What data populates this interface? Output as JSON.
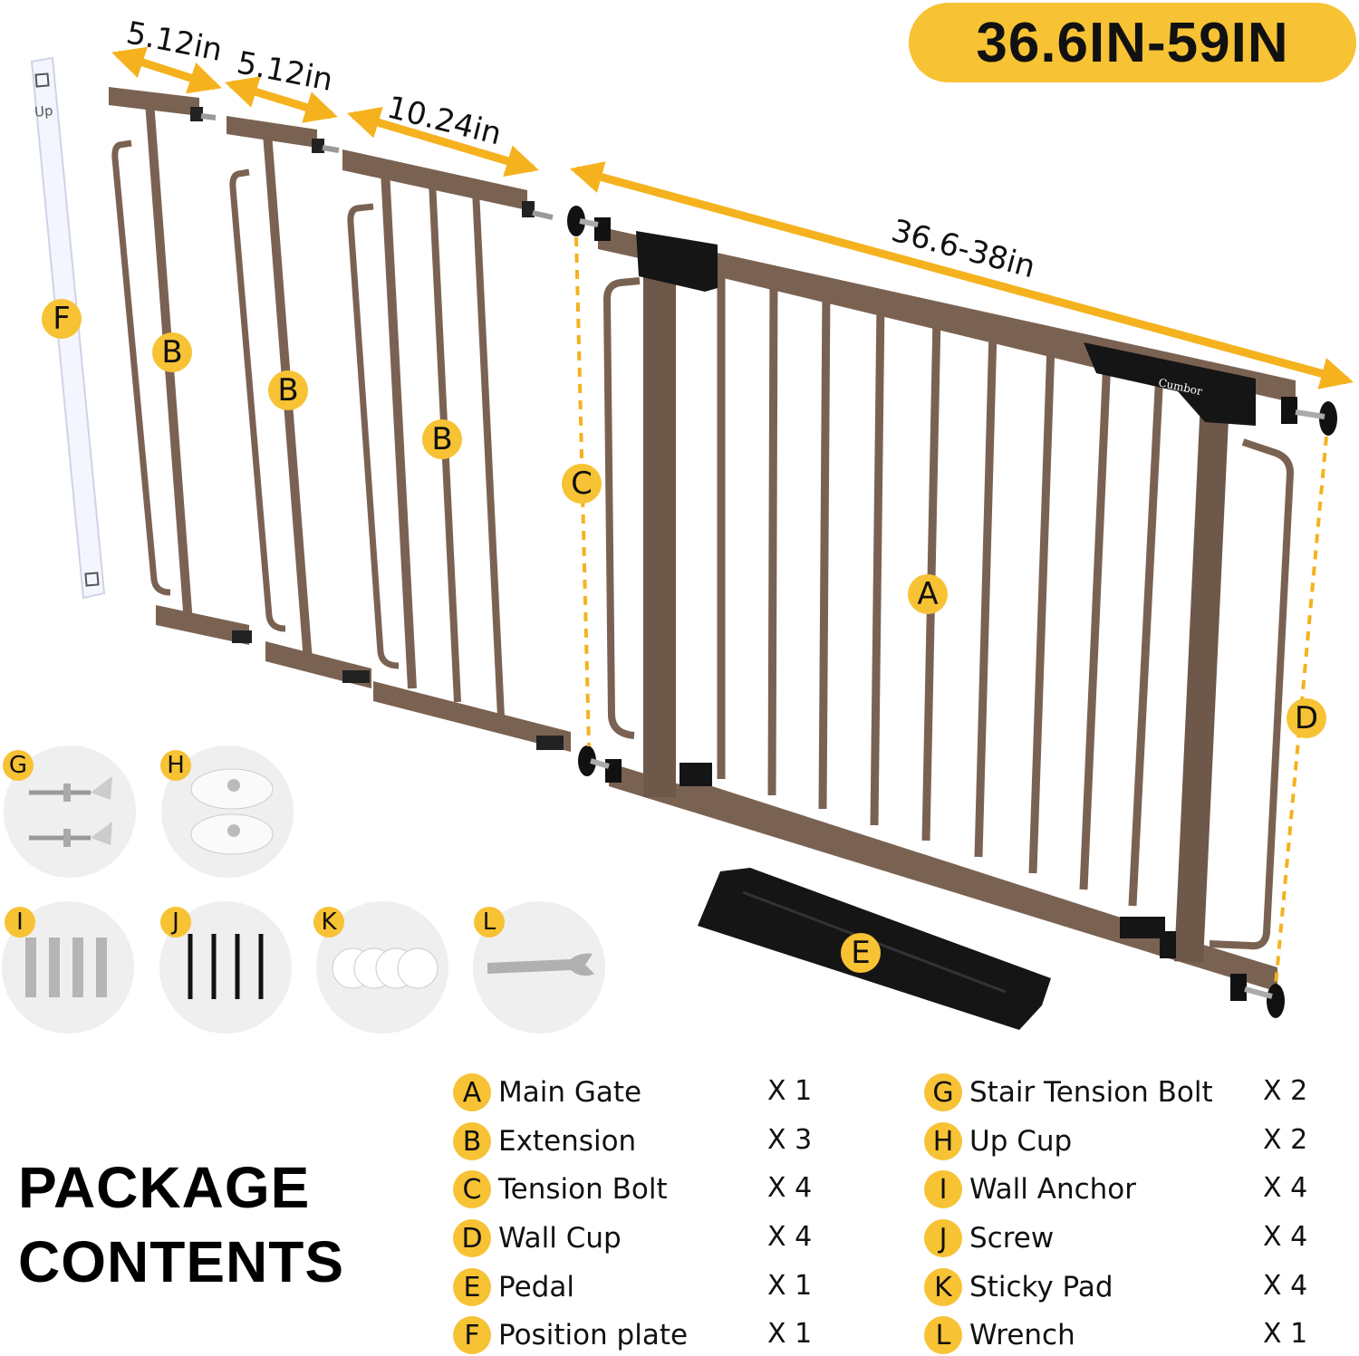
{
  "range_label": "36.6IN-59IN",
  "dimensions": {
    "extension_small_1": "5.12in",
    "extension_small_2": "5.12in",
    "extension_large": "10.24in",
    "main_gate": "36.6-38in"
  },
  "position_plate_text": "Up",
  "brand_logo": "Cumbor",
  "diagram_labels": {
    "A": "A",
    "B": "B",
    "C": "C",
    "D": "D",
    "E": "E",
    "F": "F",
    "G": "G",
    "H": "H",
    "I": "I",
    "J": "J",
    "K": "K",
    "L": "L"
  },
  "package_title": [
    "PACKAGE",
    "CONTENTS"
  ],
  "contents_left": [
    {
      "letter": "A",
      "name": "Main Gate",
      "qty": "X 1"
    },
    {
      "letter": "B",
      "name": "Extension",
      "qty": "X 3"
    },
    {
      "letter": "C",
      "name": "Tension Bolt",
      "qty": "X 4"
    },
    {
      "letter": "D",
      "name": "Wall Cup",
      "qty": "X 4"
    },
    {
      "letter": "E",
      "name": "Pedal",
      "qty": "X 1"
    },
    {
      "letter": "F",
      "name": "Position plate",
      "qty": "X 1"
    }
  ],
  "contents_right": [
    {
      "letter": "G",
      "name": "Stair Tension Bolt",
      "qty": "X 2"
    },
    {
      "letter": "H",
      "name": "Up Cup",
      "qty": "X 2"
    },
    {
      "letter": "I",
      "name": "Wall Anchor",
      "qty": "X 4"
    },
    {
      "letter": "J",
      "name": "Screw",
      "qty": "X 4"
    },
    {
      "letter": "K",
      "name": "Sticky Pad",
      "qty": "X 4"
    },
    {
      "letter": "L",
      "name": "Wrench",
      "qty": "X 1"
    }
  ],
  "colors": {
    "accent": "#f7c234",
    "gate_brown": "#7a6252",
    "gate_dark": "#5e4a3d",
    "hardware_black": "#151515"
  }
}
